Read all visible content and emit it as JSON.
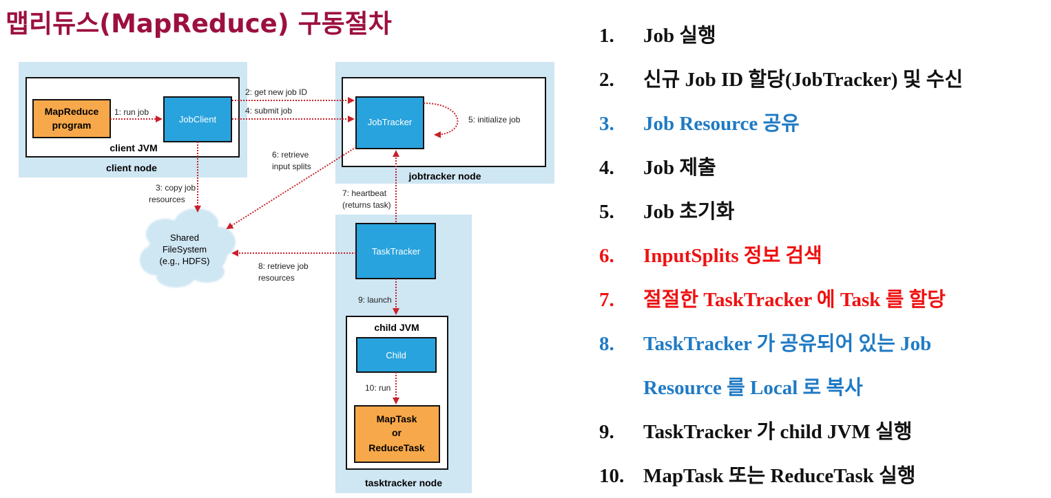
{
  "title": "맵리듀스(MapReduce) 구동절차",
  "diagram": {
    "client_node_label": "client node",
    "client_jvm_label": "client JVM",
    "mapreduce_program_line1": "MapReduce",
    "mapreduce_program_line2": "program",
    "jobclient_label": "JobClient",
    "jobtracker_label": "JobTracker",
    "jobtracker_node_label": "jobtracker node",
    "tasktracker_label": "TaskTracker",
    "tasktracker_node_label": "tasktracker node",
    "child_jvm_label": "child JVM",
    "child_label": "Child",
    "maptask_line1": "MapTask",
    "maptask_line2": "or",
    "maptask_line3": "ReduceTask",
    "shared_fs_line1": "Shared",
    "shared_fs_line2": "FileSystem",
    "shared_fs_line3": "(e.g., HDFS)",
    "arrow1": "1: run job",
    "arrow2": "2: get new job ID",
    "arrow3_line1": "3: copy job",
    "arrow3_line2": "resources",
    "arrow4": "4: submit job",
    "arrow5": "5: initialize job",
    "arrow6_line1": "6: retrieve",
    "arrow6_line2": "input splits",
    "arrow7_line1": "7: heartbeat",
    "arrow7_line2": "(returns task)",
    "arrow8_line1": "8: retrieve job",
    "arrow8_line2": "resources",
    "arrow9": "9: launch",
    "arrow10": "10: run"
  },
  "steps": [
    {
      "num": "1.",
      "text": "Job 실행",
      "color": "#111111"
    },
    {
      "num": "2.",
      "text": "신규 Job ID 할당(JobTracker) 및 수신",
      "color": "#111111"
    },
    {
      "num": "3.",
      "text": "Job Resource 공유",
      "color": "#1f7ac4"
    },
    {
      "num": "4.",
      "text": "Job 제출",
      "color": "#111111"
    },
    {
      "num": "5.",
      "text": "Job 초기화",
      "color": "#111111"
    },
    {
      "num": "6.",
      "text": "InputSplits 정보 검색",
      "color": "#ee1111"
    },
    {
      "num": "7.",
      "text": "절절한 TaskTracker 에 Task 를 할당",
      "color": "#ee1111"
    },
    {
      "num": "8.",
      "text": "TaskTracker 가 공유되어 있는 Job",
      "text_cont": "Resource 를 Local 로 복사",
      "color": "#1f7ac4"
    },
    {
      "num": "9.",
      "text": "TaskTracker 가 child JVM 실행",
      "color": "#111111"
    },
    {
      "num": "10.",
      "text": "MapTask 또는 ReduceTask 실행",
      "color": "#111111"
    }
  ],
  "colors": {
    "title": "#9c1040",
    "node_bg": "#cfe6f3",
    "process_box": "#29a3dd",
    "program_box": "#f7a84a",
    "arrow": "#c8202a"
  }
}
